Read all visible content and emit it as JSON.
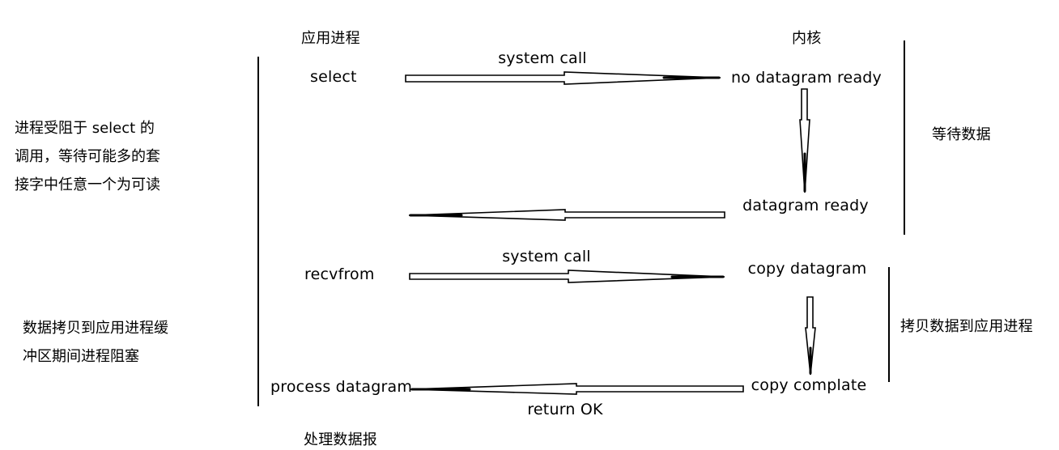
{
  "headers": {
    "app_process": "应用进程",
    "kernel": "内核",
    "process_data": "处理数据报"
  },
  "app_side": {
    "select": "select",
    "recvfrom": "recvfrom",
    "process_datagram": "process datagram"
  },
  "kernel_side": {
    "no_datagram_ready": "no datagram ready",
    "datagram_ready": "datagram ready",
    "copy_datagram": "copy datagram",
    "copy_complete": "copy complate"
  },
  "calls": {
    "system_call_1": "system call",
    "system_call_2": "system call",
    "return_ok": "return OK"
  },
  "phases": {
    "wait_data": "等待数据",
    "copy_data": "拷贝数据到应用进程"
  },
  "notes": {
    "select_block": [
      "进程受阻于 select 的",
      "调用，等待可能多的套",
      "接字中任意一个为可读"
    ],
    "copy_block": [
      "数据拷贝到应用进程缓",
      "冲区期间进程阻塞"
    ]
  }
}
